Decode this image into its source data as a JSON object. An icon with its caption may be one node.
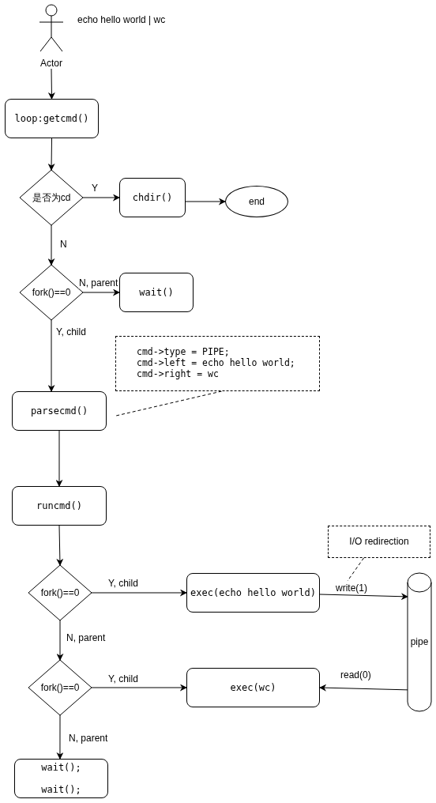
{
  "diagram": {
    "nodes": [
      {
        "text": [
          "Actor"
        ],
        "beside": [
          "echo hello world | wc"
        ]
      },
      {
        "text": [
          "loop:getcmd()"
        ]
      },
      {
        "text": [
          "是否为cd"
        ]
      },
      {
        "text": [
          "chdir()"
        ]
      },
      {
        "text": [
          "end"
        ]
      },
      {
        "text": [
          "fork()==0"
        ]
      },
      {
        "text": [
          "wait()"
        ]
      },
      {
        "text": [
          "parsecmd()"
        ]
      },
      {
        "text": [
          "cmd->type = PIPE;",
          "cmd->left = echo hello world;",
          "cmd->right = wc"
        ]
      },
      {
        "text": [
          "runcmd()"
        ]
      },
      {
        "text": [
          "fork()==0"
        ]
      },
      {
        "text": [
          "exec(echo hello world)"
        ]
      },
      {
        "text": [
          "pipe"
        ]
      },
      {
        "text": [
          "fork()==0"
        ]
      },
      {
        "text": [
          "exec(wc)"
        ]
      },
      {
        "text": [
          "wait();",
          "wait();"
        ]
      },
      {
        "text": [
          "I/O redirection"
        ]
      }
    ],
    "edges": [
      {
        "from": 0,
        "to": 1,
        "arrow": "to"
      },
      {
        "from": 1,
        "to": 2,
        "arrow": "to"
      },
      {
        "from": 2,
        "to": 3,
        "arrow": "to",
        "label": "Y"
      },
      {
        "from": 3,
        "to": 4,
        "arrow": "to"
      },
      {
        "from": 2,
        "to": 5,
        "arrow": "to",
        "label": "N"
      },
      {
        "from": 5,
        "to": 6,
        "arrow": "to",
        "label": "N, parent"
      },
      {
        "from": 5,
        "to": 7,
        "arrow": "to",
        "label": "Y, child"
      },
      {
        "from": 8,
        "to": 7,
        "arrow": "none",
        "style": "dashed"
      },
      {
        "from": 7,
        "to": 9,
        "arrow": "to"
      },
      {
        "from": 9,
        "to": 10,
        "arrow": "to"
      },
      {
        "from": 10,
        "to": 11,
        "arrow": "to",
        "label": "Y, child"
      },
      {
        "from": 11,
        "to": 12,
        "arrow": "to",
        "label": "write(1)"
      },
      {
        "from": 10,
        "to": 13,
        "arrow": "to",
        "label": "N, parent"
      },
      {
        "from": 12,
        "to": 14,
        "arrow": "to",
        "label": "read(0)"
      },
      {
        "from": 13,
        "to": 14,
        "arrow": "to",
        "label": "Y, child"
      },
      {
        "from": 13,
        "to": 15,
        "arrow": "to",
        "label": "N, parent"
      },
      {
        "from": 16,
        "to": null,
        "arrow": "none",
        "style": "dashed"
      }
    ]
  }
}
